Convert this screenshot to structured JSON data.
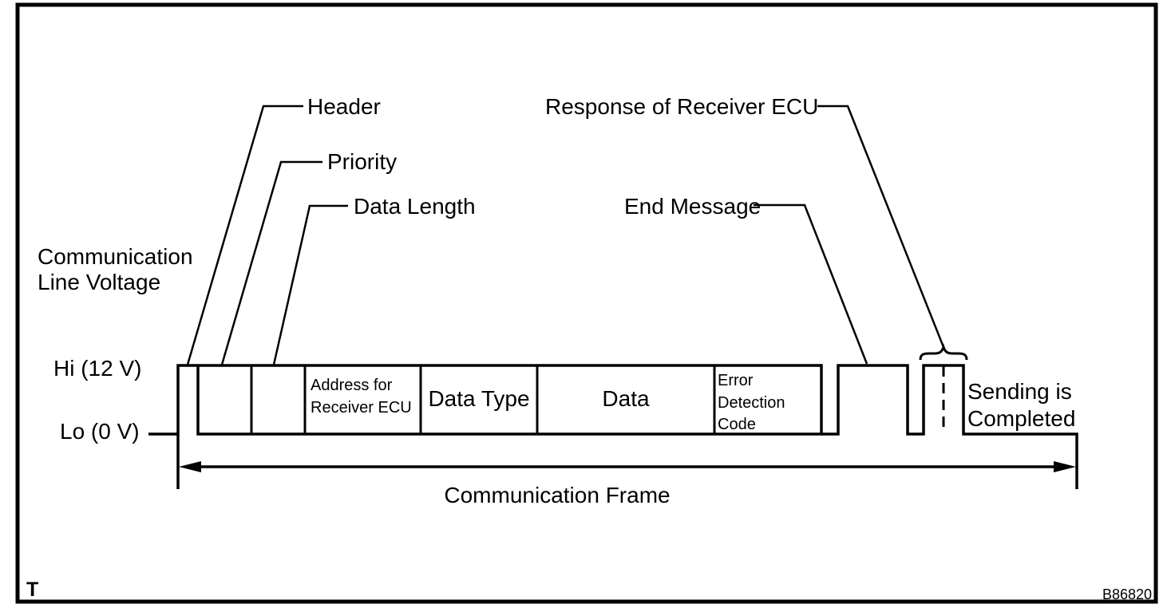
{
  "figure": {
    "corner_mark": "T",
    "id_code": "B86820"
  },
  "colors": {
    "ink": "#000000",
    "paper": "#ffffff"
  },
  "axis": {
    "title_lines": [
      "Communication",
      "Line Voltage"
    ],
    "hi_label": "Hi (12 V)",
    "lo_label": "Lo (0 V)"
  },
  "callouts": {
    "header": "Header",
    "priority": "Priority",
    "data_length": "Data Length",
    "response": "Response of Receiver ECU",
    "end_message": "End Message",
    "sending_lines": [
      "Sending is",
      "Completed"
    ]
  },
  "segments": {
    "address_lines": [
      "Address for",
      "Receiver ECU"
    ],
    "data_type": "Data Type",
    "data": "Data",
    "error_code_lines": [
      "Error",
      "Detection",
      "Code"
    ]
  },
  "frame_label": "Communication Frame"
}
